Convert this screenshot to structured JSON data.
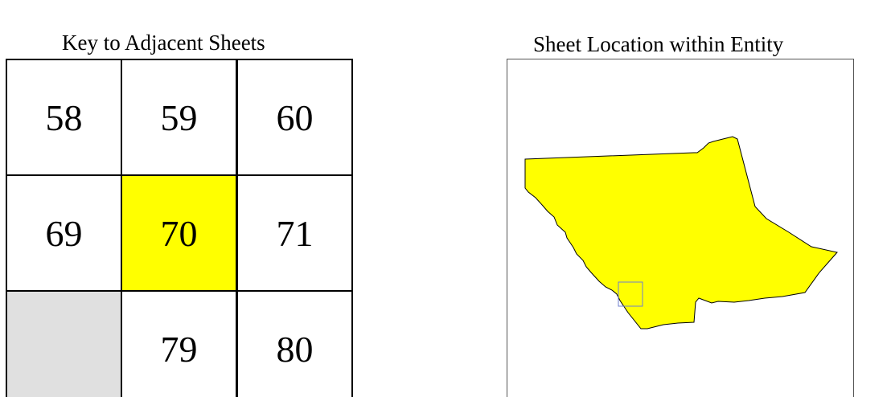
{
  "key_panel": {
    "title": "Key to Adjacent Sheets",
    "cells": [
      {
        "label": "58",
        "state": "normal"
      },
      {
        "label": "59",
        "state": "normal"
      },
      {
        "label": "60",
        "state": "normal"
      },
      {
        "label": "69",
        "state": "normal"
      },
      {
        "label": "70",
        "state": "current"
      },
      {
        "label": "71",
        "state": "normal"
      },
      {
        "label": "",
        "state": "none"
      },
      {
        "label": "79",
        "state": "normal"
      },
      {
        "label": "80",
        "state": "normal"
      }
    ]
  },
  "location_panel": {
    "title": "Sheet Location within Entity"
  },
  "colors": {
    "current_sheet_fill": "#ffff00",
    "empty_sheet_fill": "#e0e0e0",
    "entity_fill": "#ffff00",
    "entity_outline": "#000000",
    "sheet_marker_outline": "#6f7fcf"
  }
}
